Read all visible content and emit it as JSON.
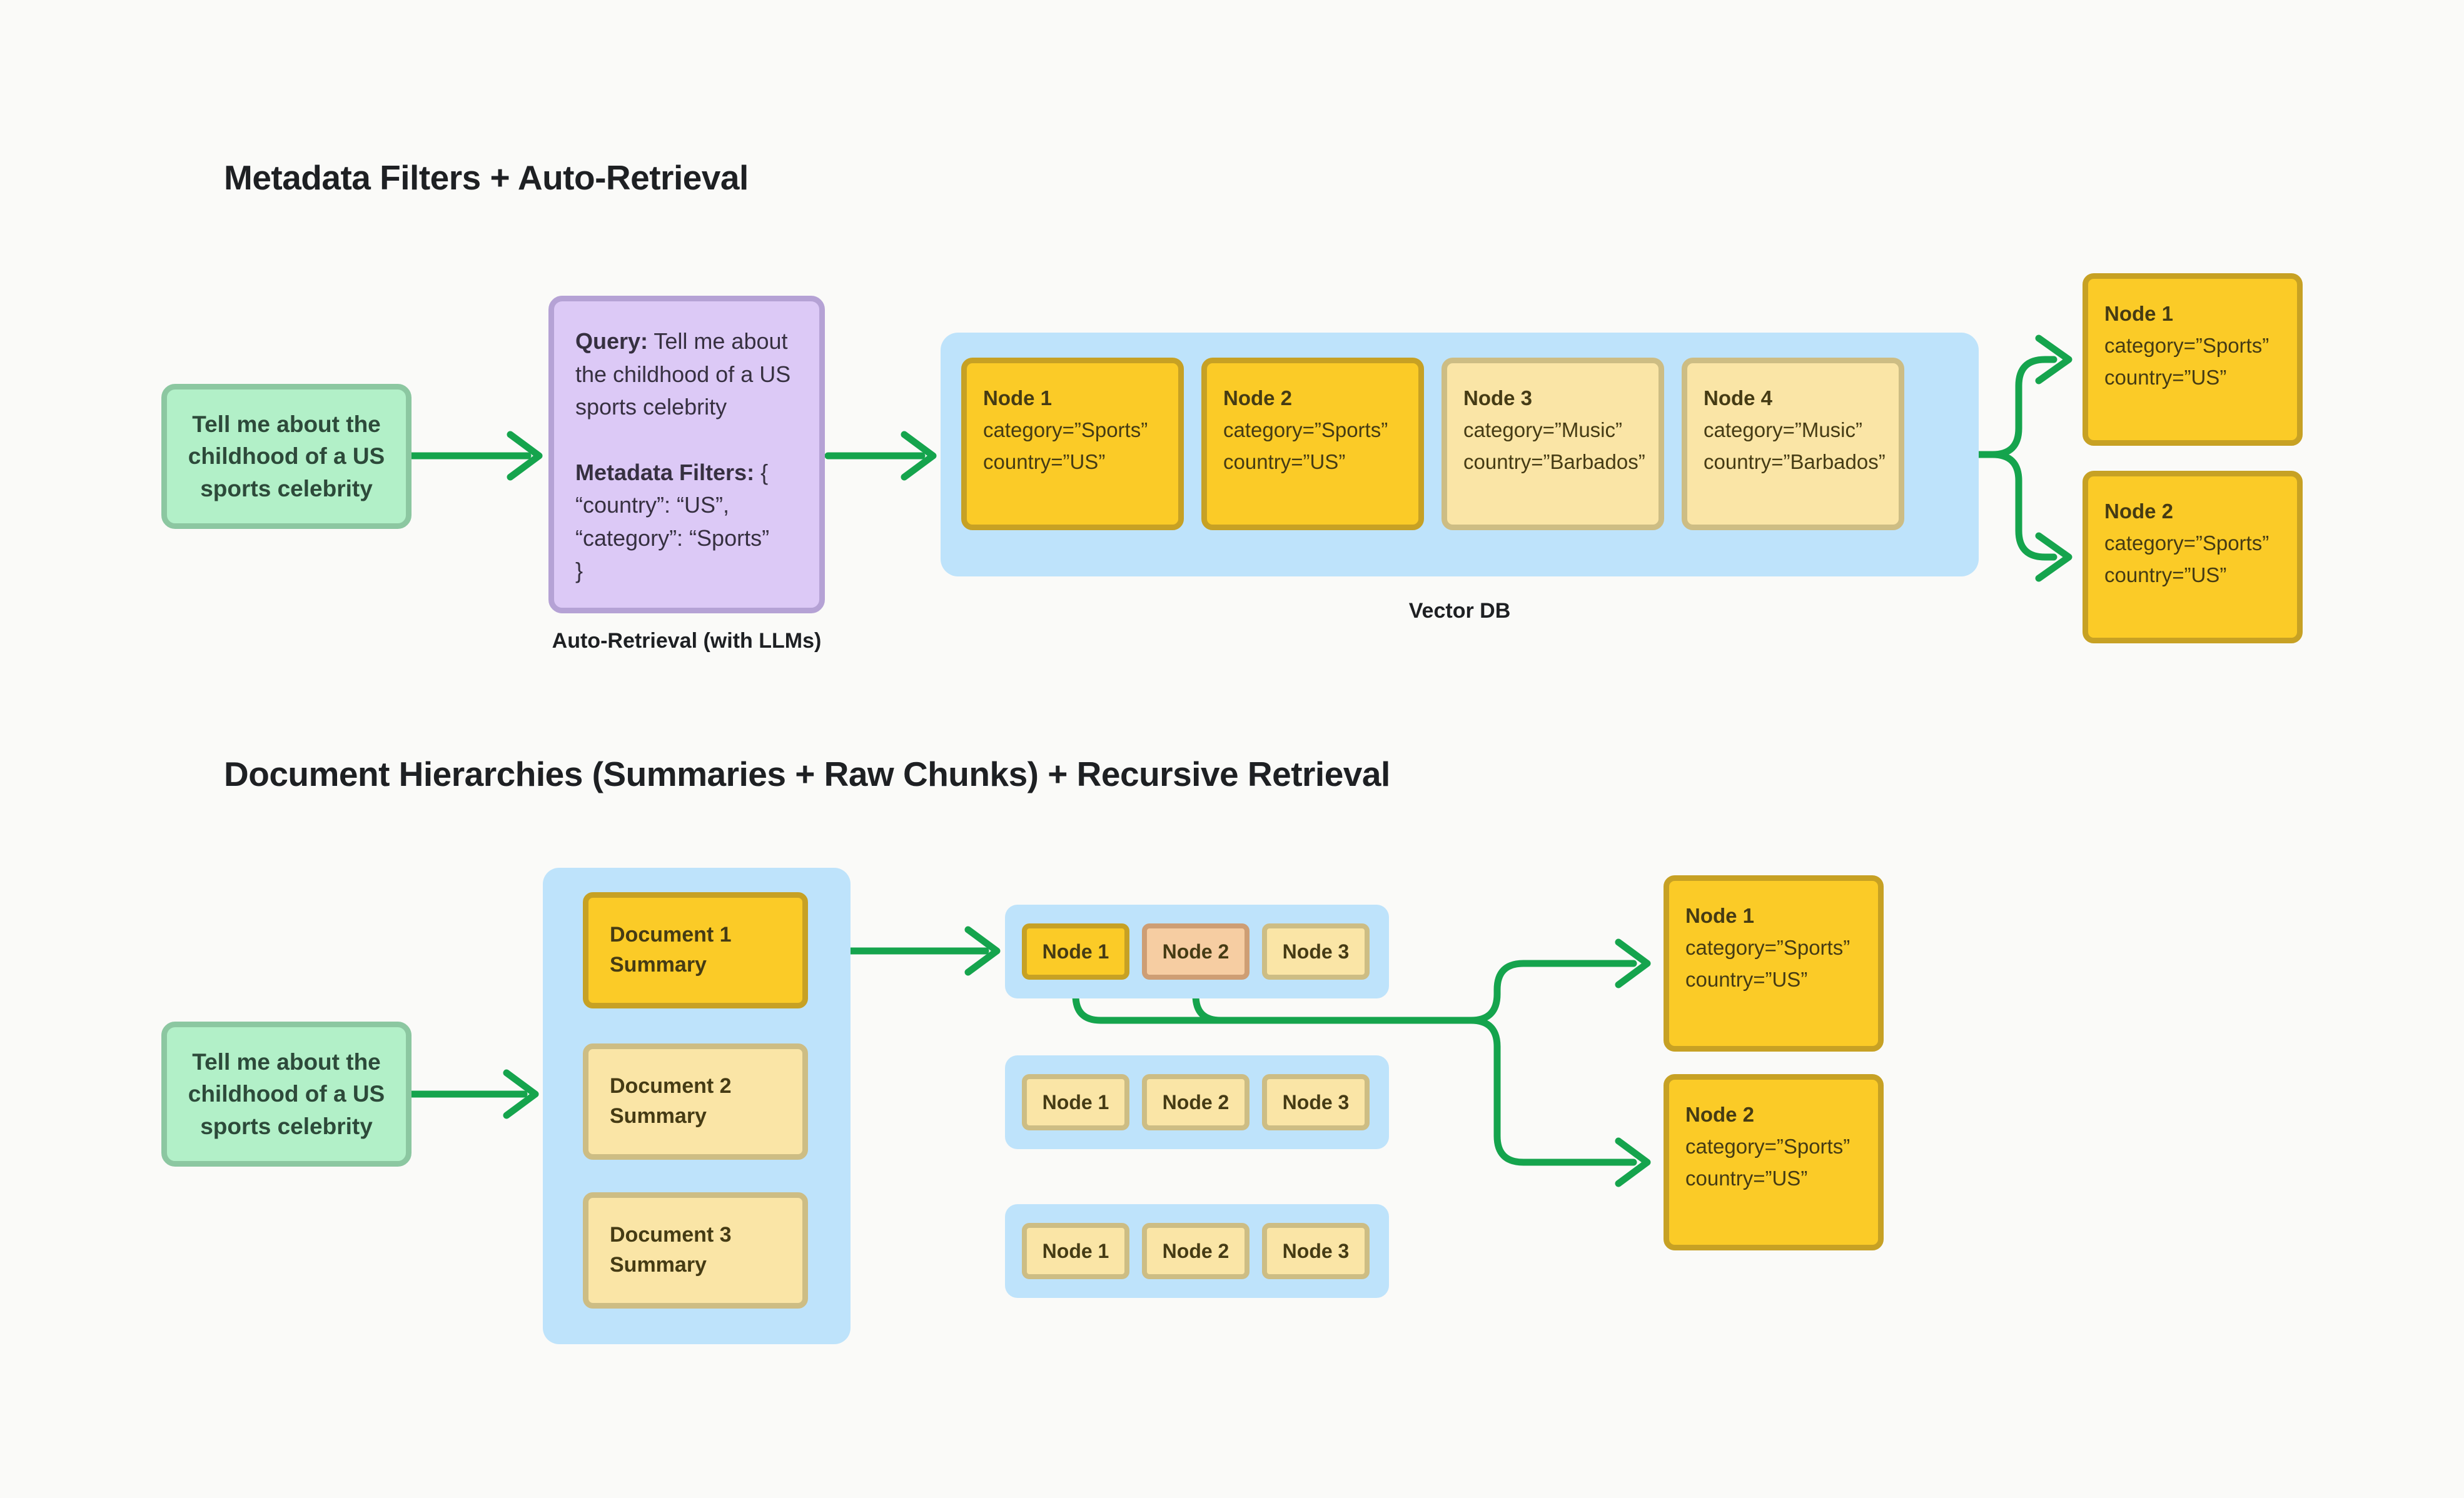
{
  "colors": {
    "bg": "#FAFAF8",
    "ink": "#1E2023",
    "wire": "#15A44D",
    "blue_panel": "#BEE3FB",
    "yellow_fill": "#FBCB27",
    "yellow_stroke": "#C7A124",
    "pale_fill": "#FAE5A6",
    "pale_stroke": "#CDBD84",
    "orange_fill": "#F6CDA2",
    "orange_stroke": "#CE9E74",
    "green_fill": "#B2F0C8",
    "green_stroke": "#8CC7A1",
    "green_ink": "#2D4A3A",
    "purple_fill": "#DCC9F6",
    "purple_stroke": "#B5A2D5",
    "purple_ink": "#363040",
    "node_ink": "#453B14"
  },
  "section1": {
    "title": "Metadata Filters + Auto-Retrieval",
    "query_box": {
      "text": "Tell me about the childhood of a US sports celebrity"
    },
    "auto_box": {
      "query_label": "Query:",
      "query_text": " Tell me about the childhood of a US sports celebrity",
      "filters_label": "Metadata Filters:",
      "filters_brace": " {",
      "filter_line1": "“country”: “US”,",
      "filter_line2": "“category”: “Sports”",
      "closing_brace": "}",
      "caption": "Auto-Retrieval (with LLMs)"
    },
    "vector_db": {
      "caption": "Vector DB",
      "nodes": [
        {
          "name": "Node 1",
          "attr1": "category=”Sports”",
          "attr2": "country=”US”"
        },
        {
          "name": "Node 2",
          "attr1": "category=”Sports”",
          "attr2": "country=”US”"
        },
        {
          "name": "Node 3",
          "attr1": "category=”Music”",
          "attr2": "country=”Barbados”"
        },
        {
          "name": "Node 4",
          "attr1": "category=”Music”",
          "attr2": "country=”Barbados”"
        }
      ]
    },
    "results": [
      {
        "name": "Node 1",
        "attr1": "category=”Sports”",
        "attr2": "country=”US”"
      },
      {
        "name": "Node 2",
        "attr1": "category=”Sports”",
        "attr2": "country=”US”"
      }
    ]
  },
  "section2": {
    "title": "Document Hierarchies (Summaries + Raw Chunks) + Recursive Retrieval",
    "query_box": {
      "text": "Tell me about the childhood of a US sports celebrity"
    },
    "summaries": [
      {
        "line1": "Document 1",
        "line2": "Summary"
      },
      {
        "line1": "Document 2",
        "line2": "Summary"
      },
      {
        "line1": "Document 3",
        "line2": "Summary"
      }
    ],
    "rows": [
      [
        "Node 1",
        "Node 2",
        "Node 3"
      ],
      [
        "Node 1",
        "Node 2",
        "Node 3"
      ],
      [
        "Node 1",
        "Node 2",
        "Node 3"
      ]
    ],
    "results": [
      {
        "name": "Node 1",
        "attr1": "category=”Sports”",
        "attr2": "country=”US”"
      },
      {
        "name": "Node 2",
        "attr1": "category=”Sports”",
        "attr2": "country=”US”"
      }
    ]
  }
}
